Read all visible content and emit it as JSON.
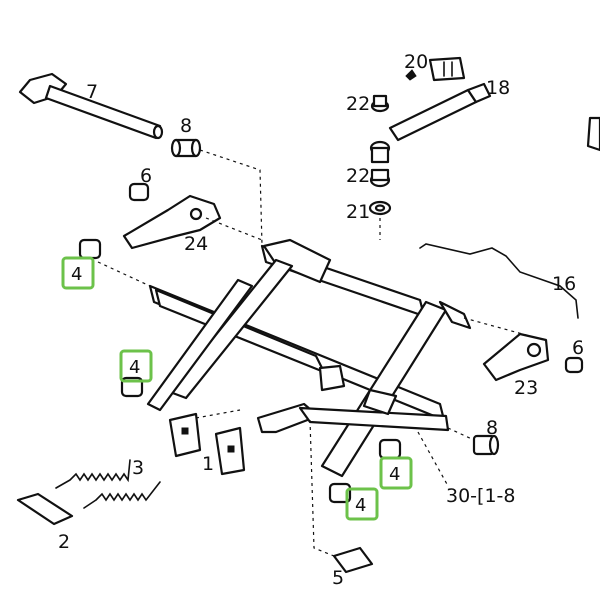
{
  "callouts": {
    "c7": "7",
    "c8a": "8",
    "c6a": "6",
    "c24": "24",
    "c20": "20",
    "c18": "18",
    "c22a": "22",
    "c22b": "22",
    "c21": "21",
    "c16": "16",
    "c6b": "6",
    "c23": "23",
    "c8b": "8",
    "c1": "1",
    "c3": "3",
    "c2": "2",
    "c5": "5",
    "c30": "30-[1-8"
  },
  "highlights": [
    "4",
    "4",
    "4",
    "4"
  ],
  "colors": {
    "highlight": "#6cc24a",
    "ink": "#111111",
    "background": "#ffffff"
  }
}
